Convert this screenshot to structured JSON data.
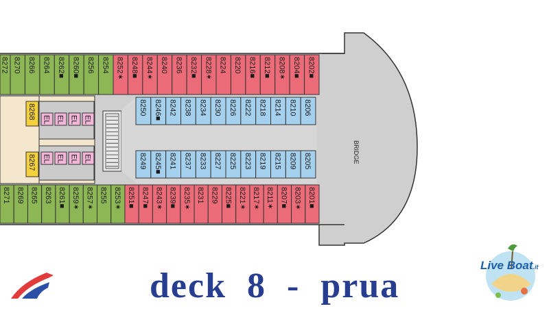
{
  "deck": {
    "title": "deck  8  -  prua",
    "bridge_label": "BRIDGE"
  },
  "colors": {
    "green": "#8db655",
    "red": "#ec6b78",
    "blue": "#a6d1ee",
    "yellow": "#f5d23c",
    "pink": "#f2b6d8",
    "gray": "#cbcbcb",
    "cream": "#f5e7cd",
    "title": "#273d8f"
  },
  "cabins": {
    "top_outer": [
      {
        "no": "8270",
        "color": "green"
      },
      {
        "no": "8266",
        "color": "green"
      },
      {
        "no": "8264",
        "color": "green"
      },
      {
        "no": "8262■",
        "color": "green"
      },
      {
        "no": "8260■",
        "color": "green"
      },
      {
        "no": "8256",
        "color": "green"
      },
      {
        "no": "8254",
        "color": "green"
      },
      {
        "no": "8252✶",
        "color": "red"
      },
      {
        "no": "8248■",
        "color": "red"
      },
      {
        "no": "8244✶",
        "color": "red"
      },
      {
        "no": "8240",
        "color": "red"
      },
      {
        "no": "8236",
        "color": "red"
      },
      {
        "no": "8232■",
        "color": "red"
      },
      {
        "no": "8228✶",
        "color": "red"
      },
      {
        "no": "8224",
        "color": "red"
      },
      {
        "no": "8220",
        "color": "red"
      },
      {
        "no": "8216■",
        "color": "red"
      },
      {
        "no": "8212■",
        "color": "red"
      },
      {
        "no": "8208✶",
        "color": "red"
      },
      {
        "no": "8204■",
        "color": "red"
      },
      {
        "no": "8202■",
        "color": "red"
      }
    ],
    "top_outer_extra": "8272",
    "top_inner": [
      "8250",
      "8246■",
      "8242",
      "8238",
      "8234",
      "8230",
      "8226",
      "8222",
      "8218",
      "8214",
      "8210",
      "8206"
    ],
    "bottom_inner": [
      "8249",
      "8245■",
      "8241",
      "8237",
      "8233",
      "8227",
      "8225",
      "8223",
      "8219",
      "8215",
      "8209",
      "8205"
    ],
    "bottom_outer": [
      {
        "no": "8271",
        "color": "green"
      },
      {
        "no": "8269",
        "color": "green"
      },
      {
        "no": "8265",
        "color": "green"
      },
      {
        "no": "8263",
        "color": "green"
      },
      {
        "no": "8261■",
        "color": "green"
      },
      {
        "no": "8259✶",
        "color": "green"
      },
      {
        "no": "8257✶",
        "color": "green"
      },
      {
        "no": "8255",
        "color": "green"
      },
      {
        "no": "8253✶",
        "color": "green"
      },
      {
        "no": "8251■",
        "color": "red"
      },
      {
        "no": "8247■",
        "color": "red"
      },
      {
        "no": "8243✶",
        "color": "red"
      },
      {
        "no": "8239■",
        "color": "red"
      },
      {
        "no": "8235✶",
        "color": "red"
      },
      {
        "no": "8231",
        "color": "red"
      },
      {
        "no": "8229",
        "color": "red"
      },
      {
        "no": "8225■",
        "color": "red"
      },
      {
        "no": "8221✶",
        "color": "red"
      },
      {
        "no": "8217✶",
        "color": "red"
      },
      {
        "no": "8211✶",
        "color": "red"
      },
      {
        "no": "8207■",
        "color": "red"
      },
      {
        "no": "8203✶",
        "color": "red"
      },
      {
        "no": "8201■",
        "color": "red"
      }
    ],
    "yellow": [
      "8268",
      "8267"
    ],
    "elevators": [
      "EL",
      "EL",
      "EL",
      "EL"
    ]
  },
  "logos": {
    "liveboat_main": "Live Boat",
    "liveboat_tld": ".it"
  }
}
